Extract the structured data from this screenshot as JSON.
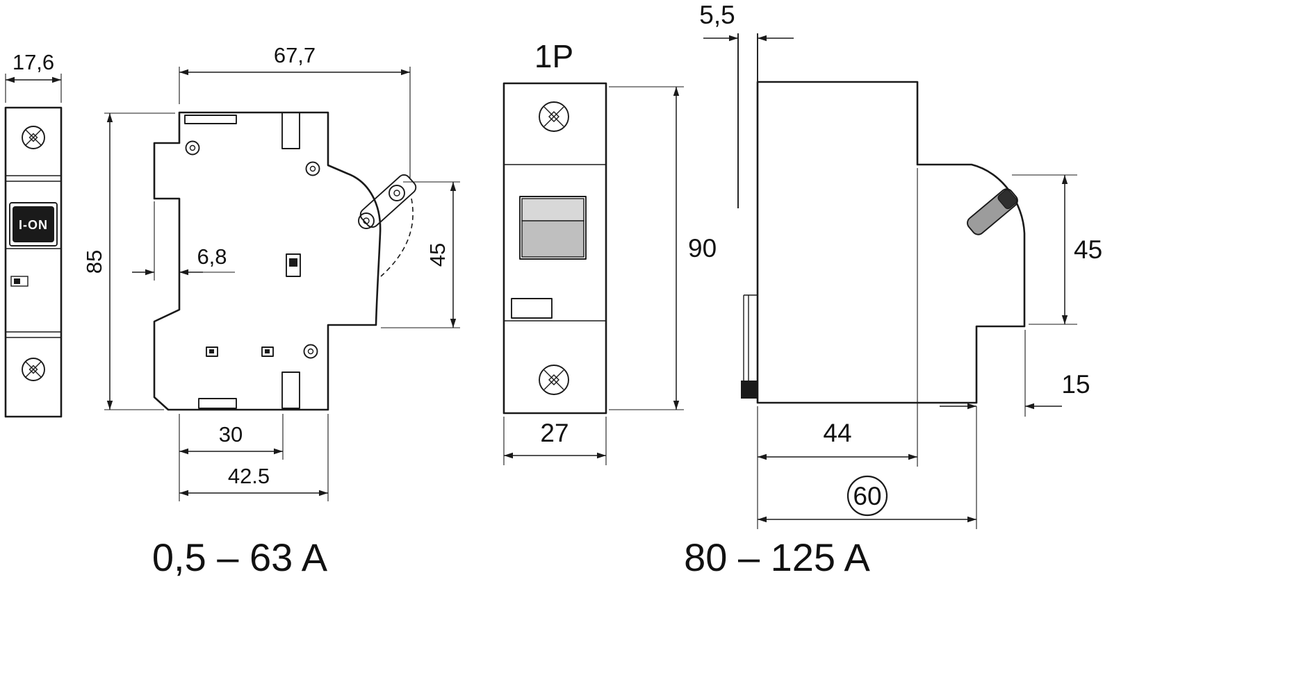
{
  "drawing": {
    "view_front_small": {
      "dim_width": "17,6",
      "switch_label": "I-ON"
    },
    "view_side_small": {
      "dim_top_width": "67,7",
      "dim_height": "85",
      "dim_rail_depth": "6,8",
      "dim_front_height": "45",
      "dim_bottom_inner": "30",
      "dim_bottom_total": "42.5",
      "caption": "0,5 – 63 A"
    },
    "view_front_1p": {
      "title": "1P",
      "dim_height": "90",
      "dim_width": "27"
    },
    "view_side_large": {
      "dim_rear_gap": "5,5",
      "dim_front_height": "45",
      "dim_front_step": "15",
      "dim_top_depth": "44",
      "dim_total_depth": "60",
      "caption": "80 – 125 A"
    }
  },
  "colors": {
    "line": "#1a1a1a",
    "toggle_gray_light": "#d8d8d8",
    "toggle_gray": "#bfbfbf",
    "lever_gray": "#9c9c9c"
  }
}
